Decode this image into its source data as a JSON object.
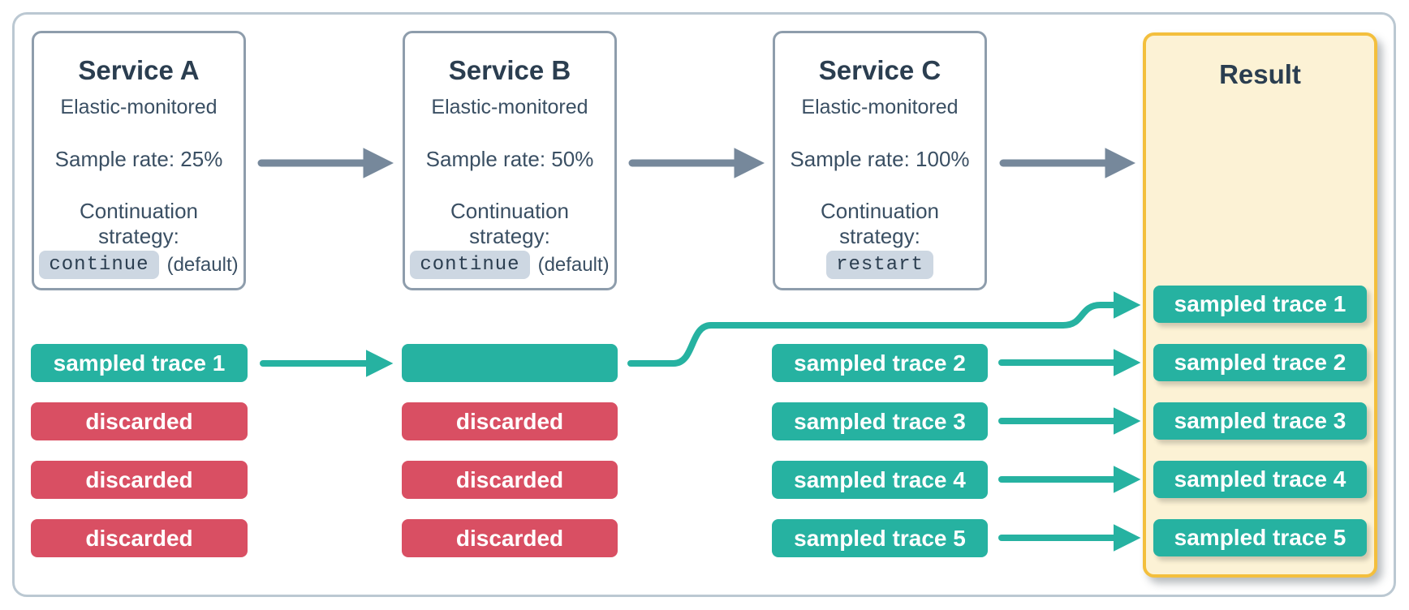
{
  "colors": {
    "teal": "#26b2a1",
    "red": "#d94f63",
    "slate": "#3a4f63",
    "slate_dark": "#2b3e50",
    "arrow_gray": "#76889b",
    "frame_border": "#bbc8d2",
    "box_border": "#8e9dac",
    "badge_bg": "#cdd7e2",
    "panel_bg": "#fcf2d5",
    "panel_border": "#f3bf3d"
  },
  "services": [
    {
      "name": "Service A",
      "monitor": "Elastic-monitored",
      "sample_rate": "Sample rate: 25%",
      "strategy_label": "Continuation strategy:",
      "strategy_value": "continue",
      "strategy_suffix": "(default)"
    },
    {
      "name": "Service B",
      "monitor": "Elastic-monitored",
      "sample_rate": "Sample rate: 50%",
      "strategy_label": "Continuation strategy:",
      "strategy_value": "continue",
      "strategy_suffix": "(default)"
    },
    {
      "name": "Service C",
      "monitor": "Elastic-monitored",
      "sample_rate": "Sample rate: 100%",
      "strategy_label": "Continuation strategy:",
      "strategy_value": "restart",
      "strategy_suffix": ""
    }
  ],
  "columns": {
    "a": {
      "rows": [
        {
          "label": "sampled trace 1",
          "type": "sampled"
        },
        {
          "label": "discarded",
          "type": "discarded"
        },
        {
          "label": "discarded",
          "type": "discarded"
        },
        {
          "label": "discarded",
          "type": "discarded"
        }
      ]
    },
    "b": {
      "rows": [
        {
          "label": "",
          "type": "sampled"
        },
        {
          "label": "discarded",
          "type": "discarded"
        },
        {
          "label": "discarded",
          "type": "discarded"
        },
        {
          "label": "discarded",
          "type": "discarded"
        }
      ]
    },
    "c": {
      "rows": [
        {
          "label": "sampled trace 2",
          "type": "sampled"
        },
        {
          "label": "sampled trace 3",
          "type": "sampled"
        },
        {
          "label": "sampled trace 4",
          "type": "sampled"
        },
        {
          "label": "sampled trace 5",
          "type": "sampled"
        }
      ]
    }
  },
  "result": {
    "title": "Result",
    "rows": [
      "sampled trace 1",
      "sampled trace 2",
      "sampled trace 3",
      "sampled trace 4",
      "sampled trace 5"
    ]
  },
  "edges": [
    {
      "from": "service-a",
      "to": "service-b",
      "color": "gray"
    },
    {
      "from": "service-b",
      "to": "service-c",
      "color": "gray"
    },
    {
      "from": "service-c",
      "to": "result",
      "color": "gray"
    },
    {
      "from": "a-sampled-trace-1",
      "to": "b-trace-row-1",
      "color": "teal"
    },
    {
      "from": "b-trace-row-1",
      "to": "result-sampled-trace-1",
      "color": "teal"
    },
    {
      "from": "c-sampled-trace-2",
      "to": "result-sampled-trace-2",
      "color": "teal"
    },
    {
      "from": "c-sampled-trace-3",
      "to": "result-sampled-trace-3",
      "color": "teal"
    },
    {
      "from": "c-sampled-trace-4",
      "to": "result-sampled-trace-4",
      "color": "teal"
    },
    {
      "from": "c-sampled-trace-5",
      "to": "result-sampled-trace-5",
      "color": "teal"
    }
  ]
}
